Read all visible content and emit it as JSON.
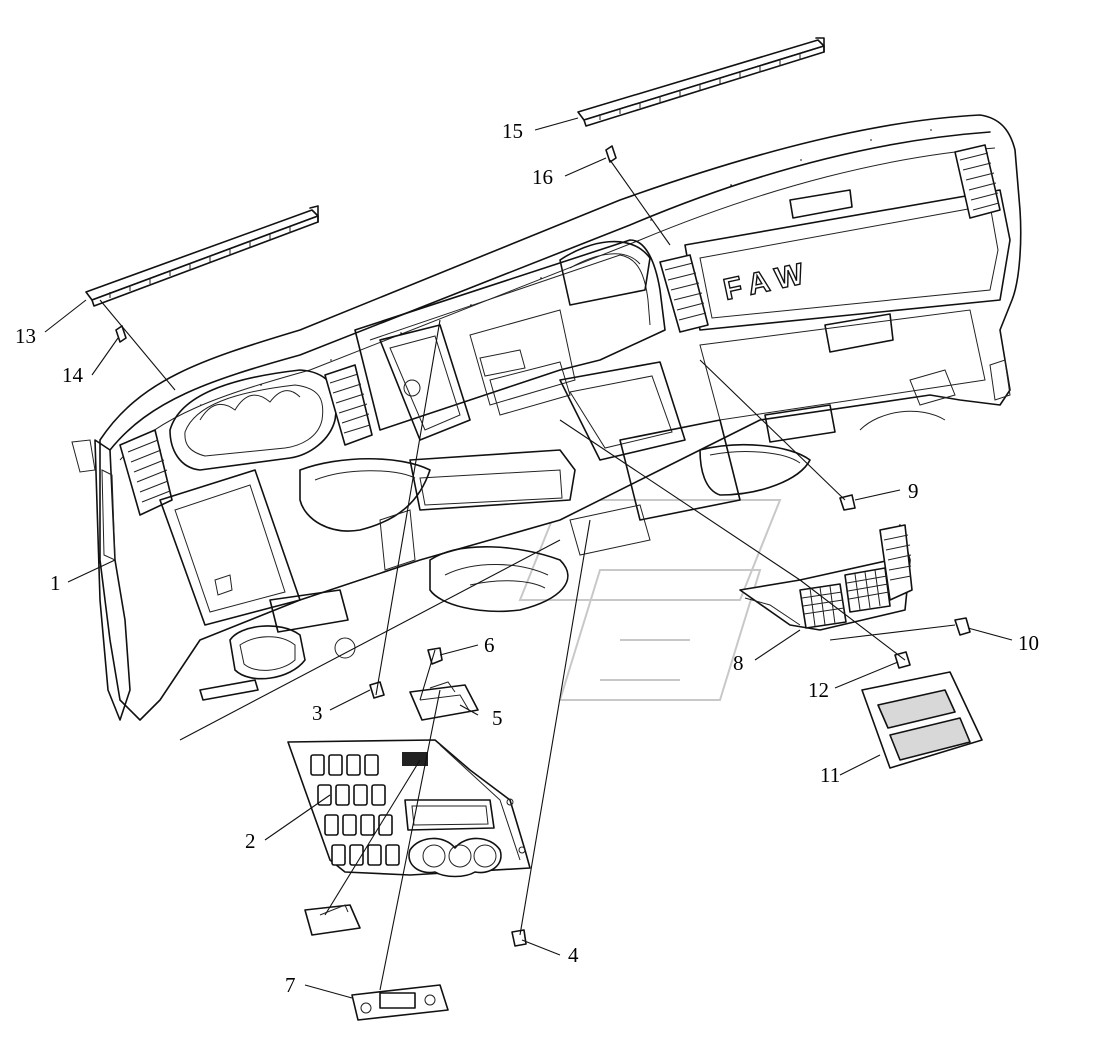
{
  "figure": {
    "brand_text": "FAW",
    "part_labels": [
      {
        "id": "1",
        "text": "1"
      },
      {
        "id": "2",
        "text": "2"
      },
      {
        "id": "3",
        "text": "3"
      },
      {
        "id": "4",
        "text": "4"
      },
      {
        "id": "5",
        "text": "5"
      },
      {
        "id": "6",
        "text": "6"
      },
      {
        "id": "7",
        "text": "7"
      },
      {
        "id": "8",
        "text": "8"
      },
      {
        "id": "9",
        "text": "9"
      },
      {
        "id": "10",
        "text": "10"
      },
      {
        "id": "11",
        "text": "11"
      },
      {
        "id": "12",
        "text": "12"
      },
      {
        "id": "13",
        "text": "13"
      },
      {
        "id": "14",
        "text": "14"
      },
      {
        "id": "15",
        "text": "15"
      },
      {
        "id": "16",
        "text": "16"
      }
    ]
  }
}
